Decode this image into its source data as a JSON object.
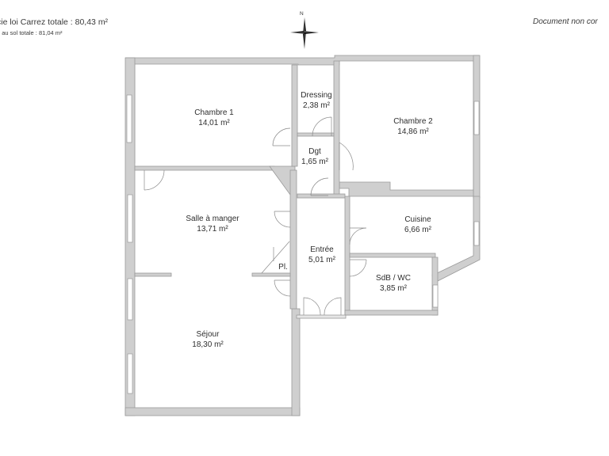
{
  "header": {
    "carrez_total": "cie loi Carrez totale :  80,43 m²",
    "floor_total": "e au sol totale : 81,04 m²",
    "disclaimer": "Document non cor"
  },
  "compass": {
    "north_label": "N"
  },
  "colors": {
    "wall": "#cfcfcf",
    "wall_stroke": "#9a9a9a",
    "background": "#ffffff",
    "text": "#2e2e2e"
  },
  "rooms": [
    {
      "id": "chambre-1",
      "name": "Chambre 1",
      "area": "14,01 m²"
    },
    {
      "id": "dressing",
      "name": "Dressing",
      "area": "2,38 m²"
    },
    {
      "id": "chambre-2",
      "name": "Chambre 2",
      "area": "14,86 m²"
    },
    {
      "id": "dgt",
      "name": "Dgt",
      "area": "1,65 m²"
    },
    {
      "id": "salle-a-manger",
      "name": "Salle à manger",
      "area": "13,71 m²"
    },
    {
      "id": "cuisine",
      "name": "Cuisine",
      "area": "6,66 m²"
    },
    {
      "id": "entree",
      "name": "Entrée",
      "area": "5,01 m²"
    },
    {
      "id": "placard",
      "name": "Pl.",
      "area": ""
    },
    {
      "id": "sdb-wc",
      "name": "SdB / WC",
      "area": "3,85 m²"
    },
    {
      "id": "sejour",
      "name": "Séjour",
      "area": "18,30 m²"
    }
  ]
}
